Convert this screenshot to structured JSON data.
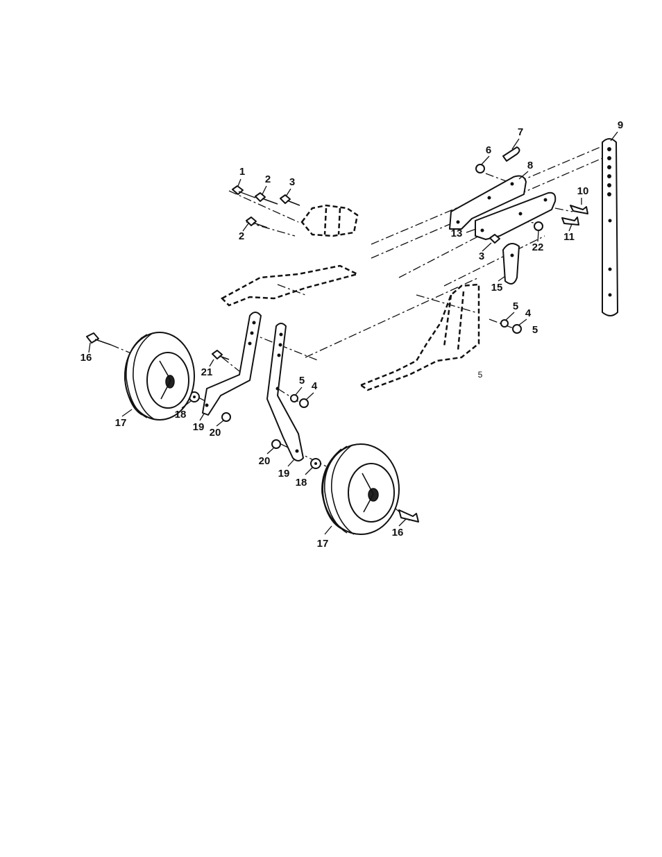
{
  "callouts": [
    "1",
    "2",
    "3",
    "2",
    "7",
    "6",
    "8",
    "9",
    "10",
    "13",
    "22",
    "11",
    "3",
    "15",
    "5",
    "4",
    "5",
    "5",
    "16",
    "21",
    "5",
    "4",
    "17",
    "18",
    "19",
    "20",
    "20",
    "19",
    "18",
    "17",
    "16"
  ]
}
